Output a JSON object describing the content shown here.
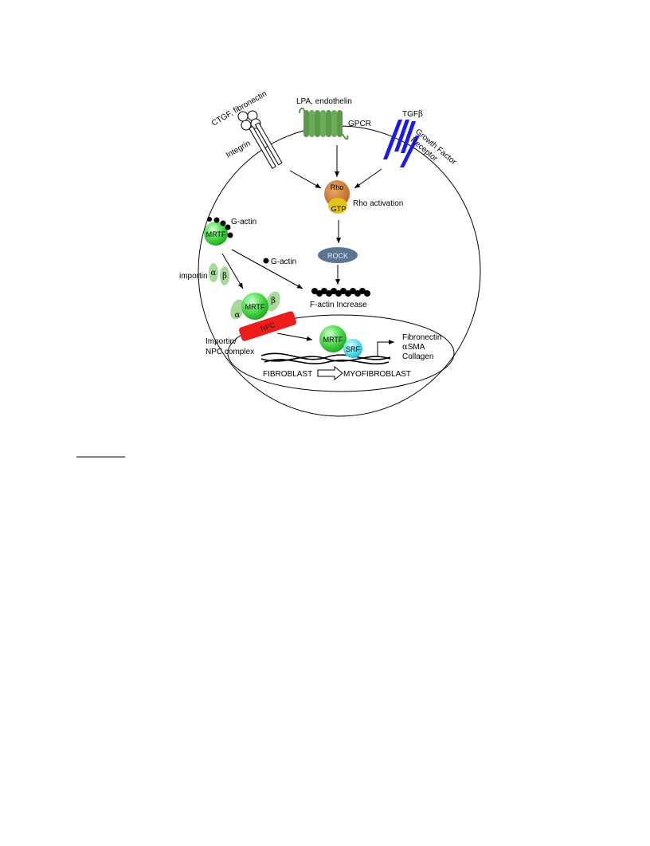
{
  "figure": {
    "labels": {
      "ctgf": "CTGF, fibronectin",
      "lpa": "LPA, endothelin",
      "gpcr": "GPCR",
      "tgfb_text": "TGF",
      "beta": "β",
      "alpha": "α",
      "growth_factor_1": "Growth Factor",
      "growth_factor_2": "Receptor",
      "integrin": "Integrin",
      "rho": "Rho",
      "gtp": "GTP",
      "rho_activation": "Rho activation",
      "rock": "ROCK",
      "g_actin_top": "G-actin",
      "g_actin_mid": "G-actin",
      "mrtf": "MRTF",
      "importin": "importin",
      "f_actin": "F-actin Increase",
      "npc": "NPC",
      "importin_npc_1": "Importin/",
      "importin_npc_2": "NPC complex",
      "srf": "SRF",
      "fibronectin": "Fibronectin",
      "sma": "SMA",
      "collagen": "Collagen",
      "fibroblast": "FIBROBLAST",
      "myofibroblast": "MYOFIBROBLAST"
    },
    "colors": {
      "gpcr_green": "#5a9a4a",
      "receptor_blue": "#1a1aee",
      "rho_orange": "#c8742e",
      "gtp_yellow": "#e2c21c",
      "rock_slate": "#5d7594",
      "mrtf_green": "#37d23a",
      "importin_green": "#a6d99a",
      "npc_red": "#ee1b1b",
      "srf_cyan": "#38d5ea"
    }
  }
}
